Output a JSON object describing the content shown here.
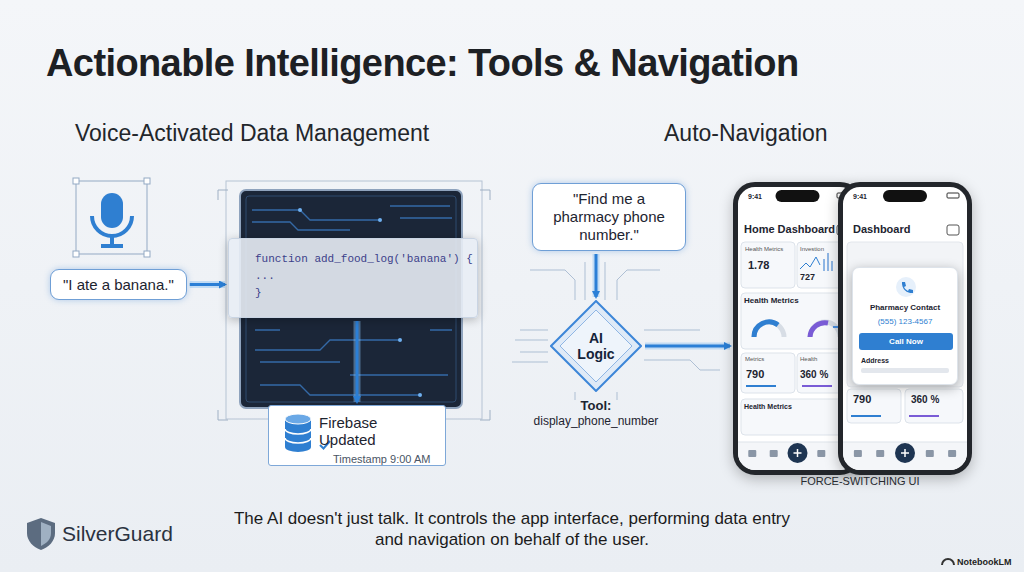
{
  "diagram": {
    "title": "Actionable Intelligence: Tools & Navigation",
    "caption": "The AI doesn't just talk. It controls the app interface, performing data entry and navigation on behalf of the user.",
    "nodes": [
      {
        "text": [
          "\"I ate a banana.\""
        ]
      },
      {
        "text": [
          "function add_food_log('banana') {",
          "...",
          "}"
        ]
      },
      {
        "text": [
          "Firebase Updated",
          "Timestamp 9:00 AM"
        ]
      },
      {
        "text": [
          "\"Find me a pharmacy phone number.\""
        ]
      },
      {
        "text": [
          "AI Logic"
        ]
      },
      {
        "text": [
          "9:41",
          "Home Dashboard",
          "Health Metrics",
          "1.78",
          "Investion",
          "727",
          "Health Metrics",
          "Metrics",
          "790",
          "Health",
          "360 %",
          "Health Metrics"
        ]
      },
      {
        "text": [
          "9:41",
          "Dashboard",
          "790",
          "360 %"
        ]
      },
      {
        "text": [
          "Pharmacy Contact",
          "(555) 123-4567",
          "Address"
        ],
        "in": 6
      },
      {
        "text": [
          "Call Now"
        ],
        "in": 7
      }
    ],
    "edges": [
      {
        "from": 0,
        "to": 1,
        "arrow": "to"
      },
      {
        "from": 1,
        "to": 2,
        "arrow": "to"
      },
      {
        "from": 3,
        "to": 4,
        "arrow": "to"
      },
      {
        "from": 4,
        "to": 5,
        "arrow": "to"
      }
    ],
    "labels": [
      "Voice-Activated Data Management",
      "Auto-Navigation",
      "Tool:",
      "display_phone_number",
      "FORCE-SWITCHING UI",
      "SilverGuard",
      "NotebookLM"
    ]
  }
}
